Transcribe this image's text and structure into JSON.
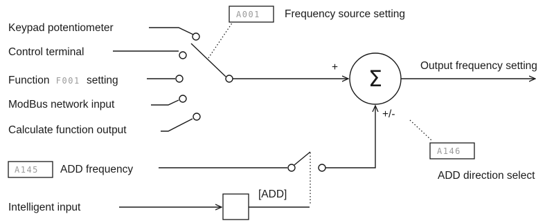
{
  "inputs": {
    "keypad_potentiometer": "Keypad potentiometer",
    "control_terminal": "Control terminal",
    "function_prefix": "Function",
    "function_code": "F001",
    "function_suffix": "setting",
    "modbus": "ModBus network input",
    "calculate": "Calculate function output"
  },
  "source": {
    "param_code": "A001",
    "label": "Frequency source setting"
  },
  "summing": {
    "symbol": "Σ",
    "plus_sign": "+",
    "plus_minus_sign": "+/-"
  },
  "output": {
    "label": "Output frequency setting"
  },
  "add_frequency": {
    "param_code": "A145",
    "label": "ADD frequency"
  },
  "add_direction": {
    "param_code": "A146",
    "label": "ADD direction select"
  },
  "intelligent_input": {
    "label": "Intelligent input",
    "tag": "[ADD]"
  }
}
